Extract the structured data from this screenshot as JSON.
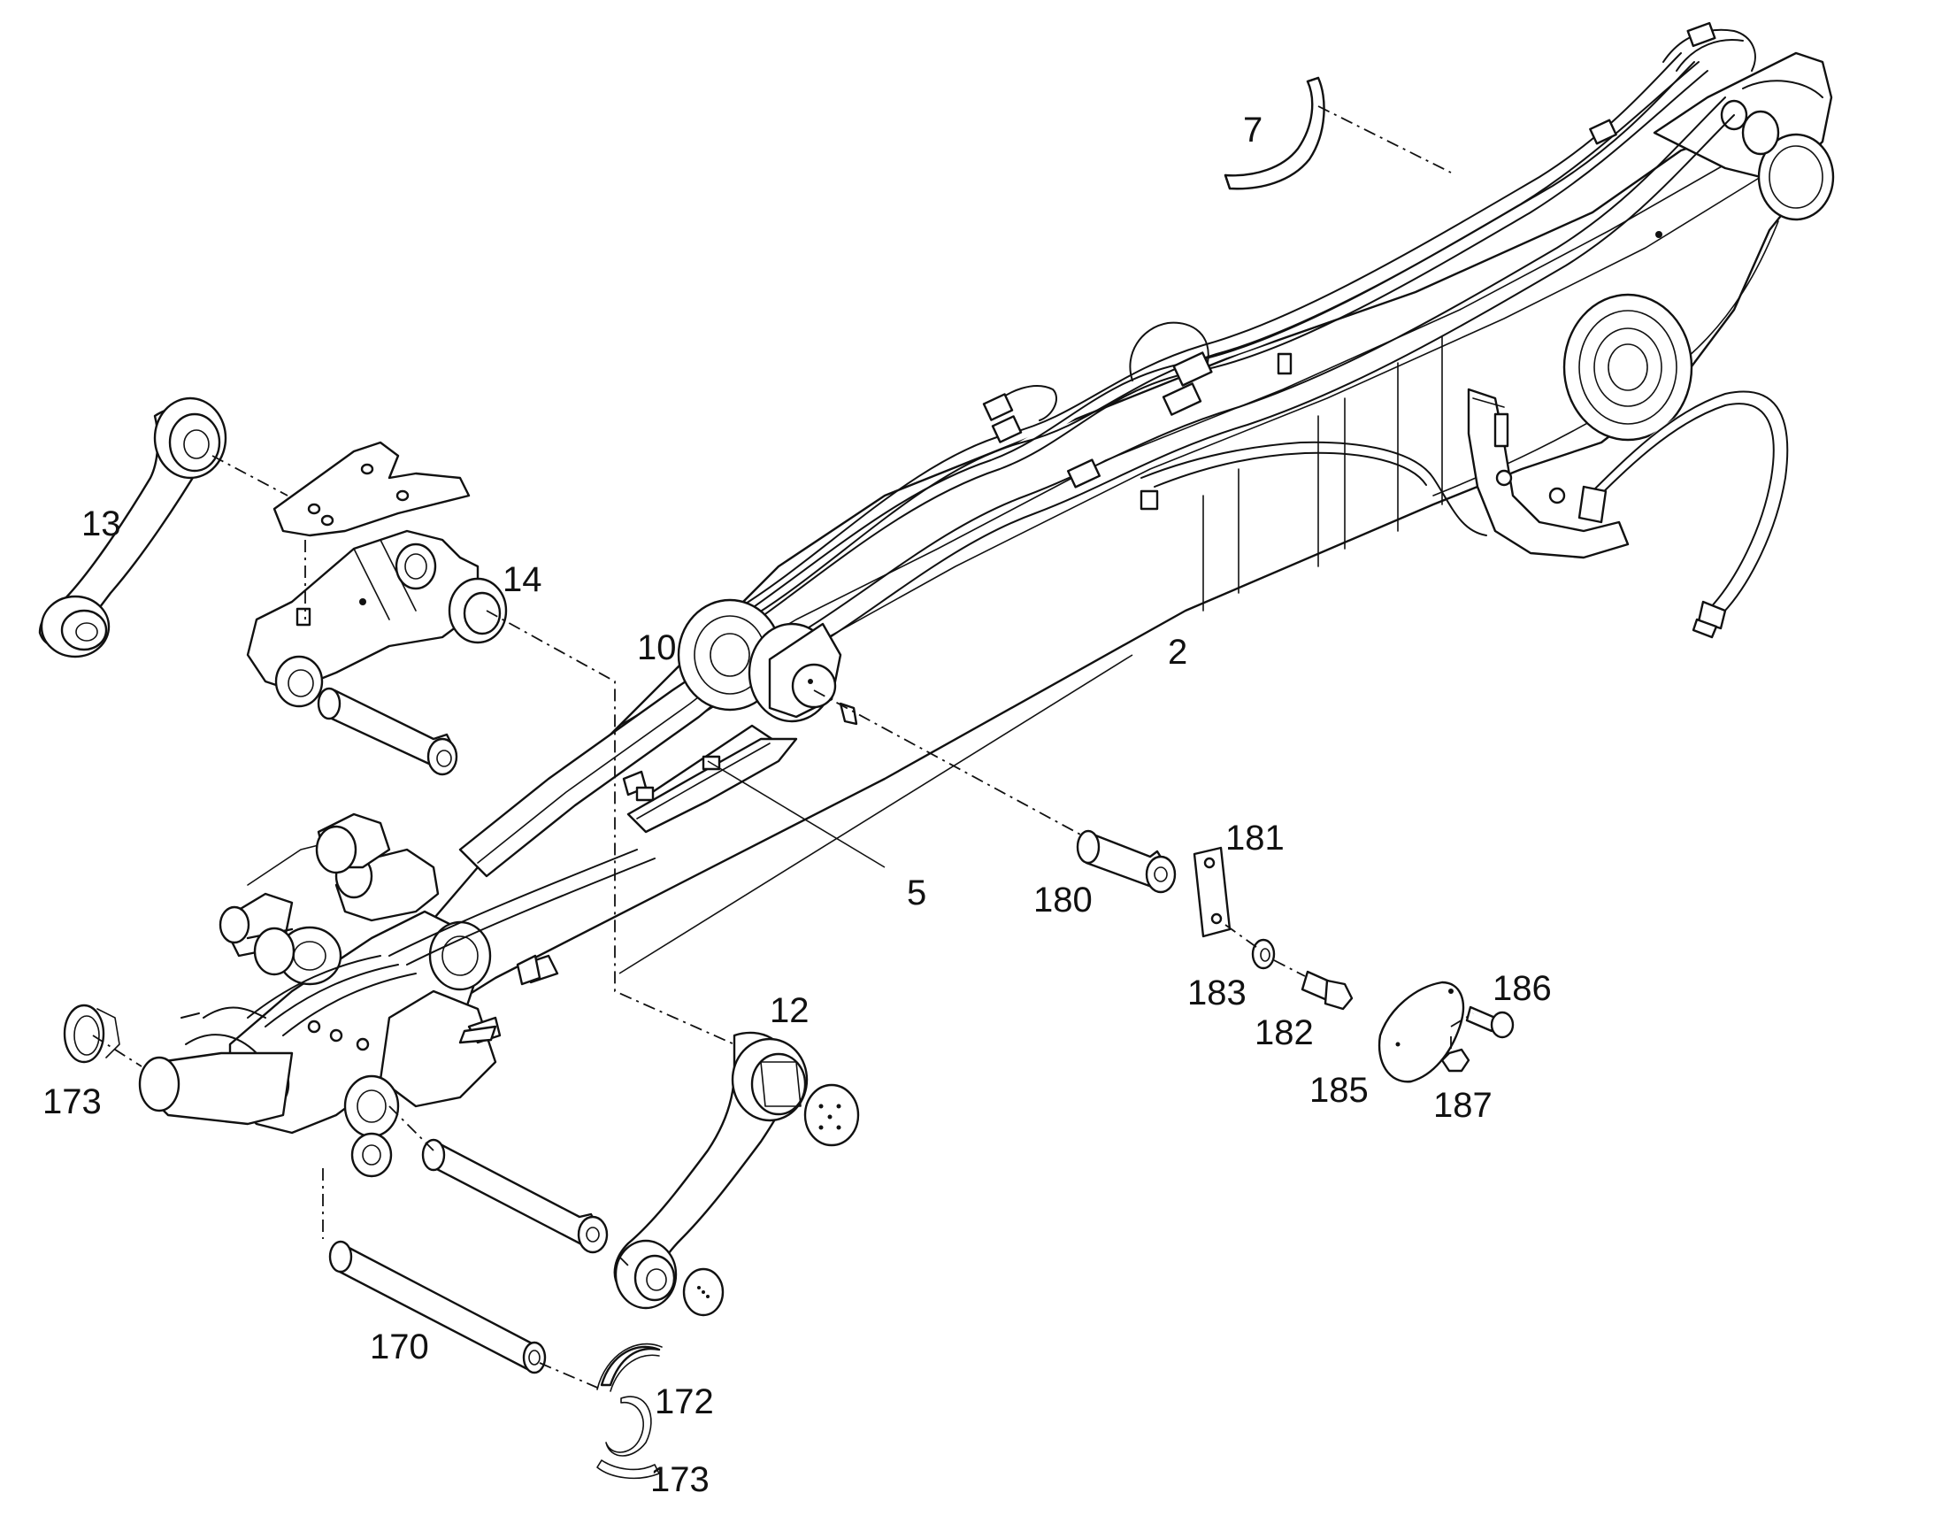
{
  "callouts": {
    "c2": "2",
    "c5": "5",
    "c7": "7",
    "c10": "10",
    "c12": "12",
    "c13": "13",
    "c14": "14",
    "c170": "170",
    "c172": "172",
    "c173a": "173",
    "c173b": "173",
    "c180": "180",
    "c181": "181",
    "c182": "182",
    "c183": "183",
    "c185": "185",
    "c186": "186",
    "c187": "187"
  }
}
